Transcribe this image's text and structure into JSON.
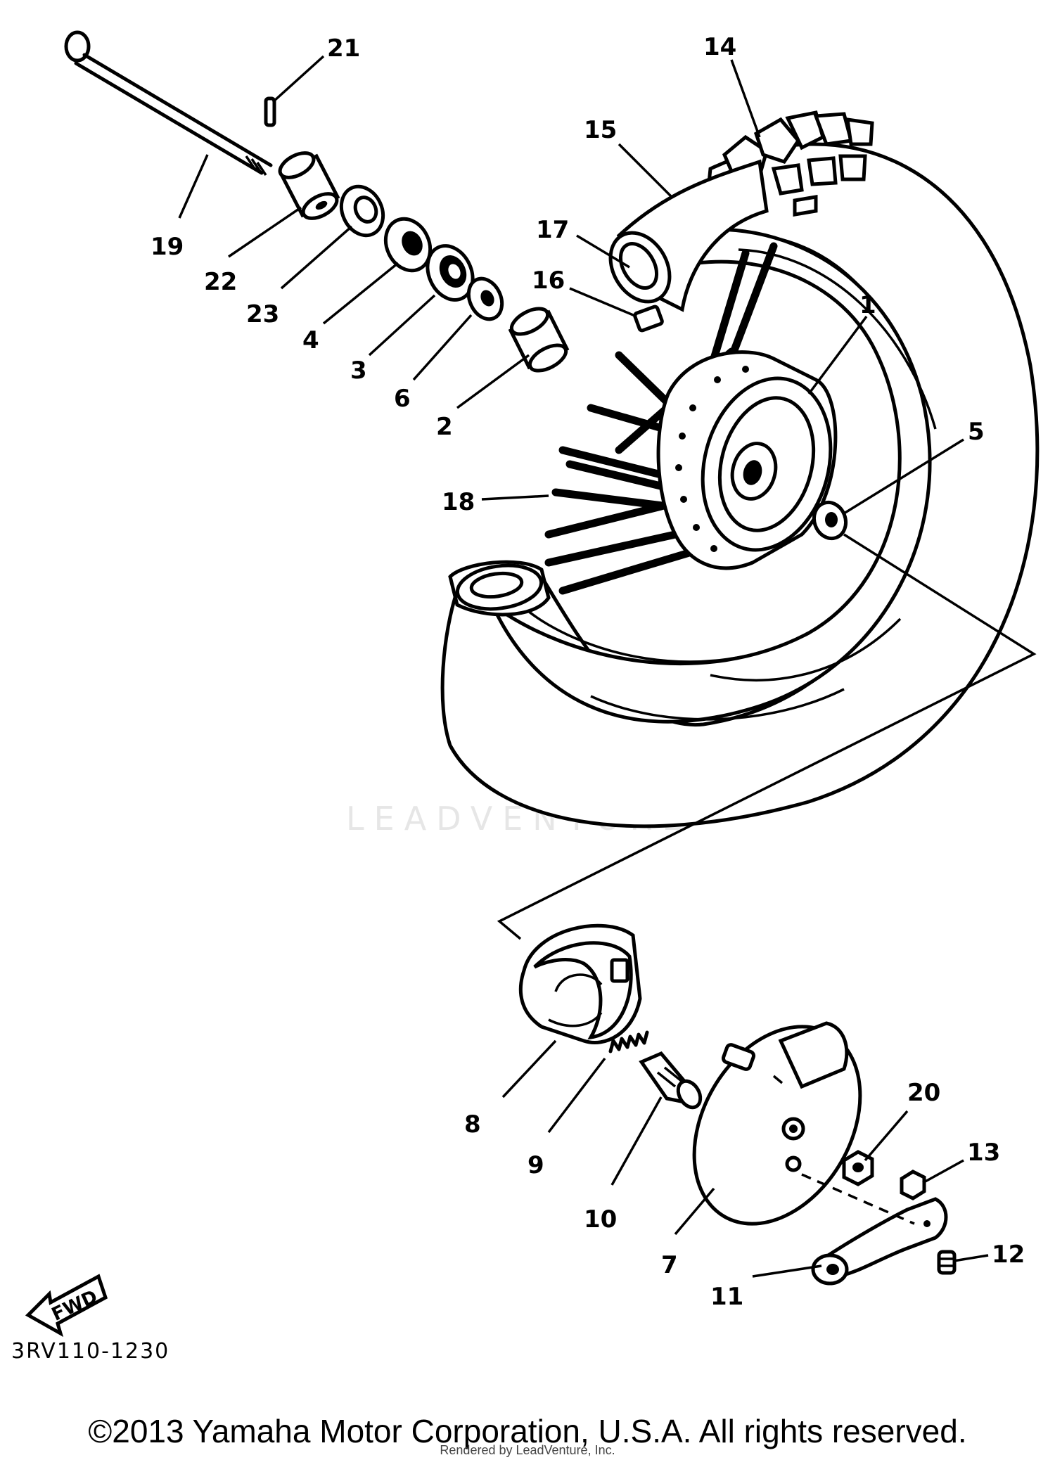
{
  "watermark": {
    "text": "LEADVENTURE"
  },
  "callouts": [
    {
      "id": "1",
      "label": "1"
    },
    {
      "id": "2",
      "label": "2"
    },
    {
      "id": "3",
      "label": "3"
    },
    {
      "id": "4",
      "label": "4"
    },
    {
      "id": "5",
      "label": "5"
    },
    {
      "id": "6",
      "label": "6"
    },
    {
      "id": "7",
      "label": "7"
    },
    {
      "id": "8",
      "label": "8"
    },
    {
      "id": "9",
      "label": "9"
    },
    {
      "id": "10",
      "label": "10"
    },
    {
      "id": "11",
      "label": "11"
    },
    {
      "id": "12",
      "label": "12"
    },
    {
      "id": "13",
      "label": "13"
    },
    {
      "id": "14",
      "label": "14"
    },
    {
      "id": "15",
      "label": "15"
    },
    {
      "id": "16",
      "label": "16"
    },
    {
      "id": "17",
      "label": "17"
    },
    {
      "id": "18",
      "label": "18"
    },
    {
      "id": "19",
      "label": "19"
    },
    {
      "id": "20",
      "label": "20"
    },
    {
      "id": "21",
      "label": "21"
    },
    {
      "id": "22",
      "label": "22"
    },
    {
      "id": "23",
      "label": "23"
    }
  ],
  "fwd_label": "FWD",
  "part_code": "3RV110-1230",
  "copyright": "©2013 Yamaha Motor Corporation, U.S.A. All rights reserved.",
  "rendered_by": "Rendered by LeadVenture, Inc."
}
